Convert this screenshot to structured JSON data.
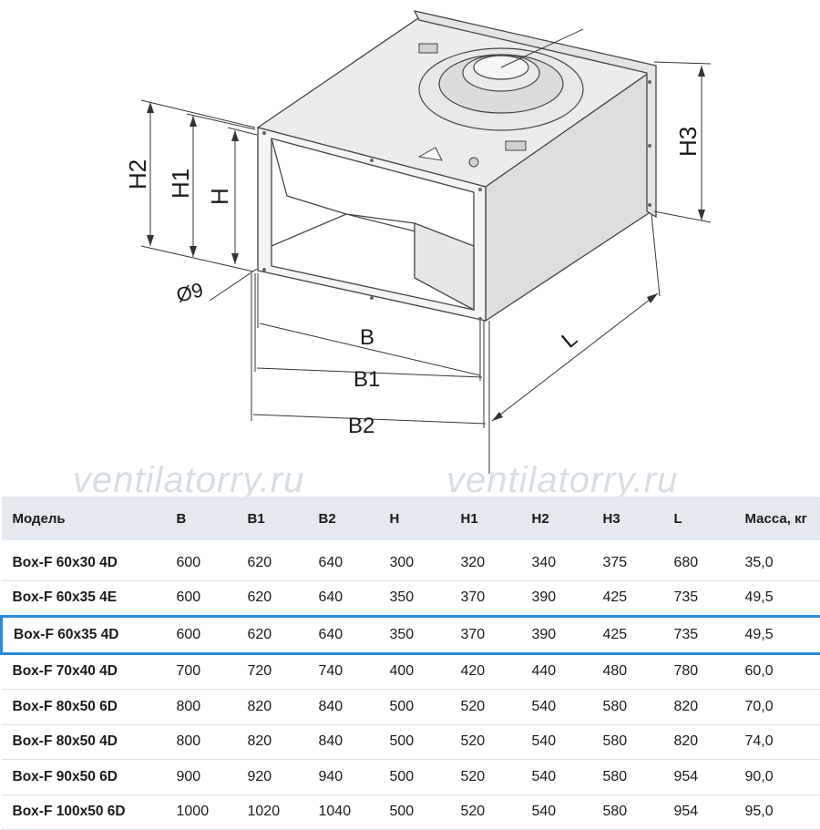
{
  "watermark": "ventilatorry.ru",
  "drawing_labels": {
    "H2": "H2",
    "H1": "H1",
    "H": "H",
    "H3": "H3",
    "B": "B",
    "B1": "B1",
    "B2": "B2",
    "L": "L",
    "hole": "Ø9"
  },
  "table": {
    "headers": [
      "Модель",
      "B",
      "B1",
      "B2",
      "H",
      "H1",
      "H2",
      "H3",
      "L",
      "Масса, кг"
    ],
    "rows": [
      [
        "Box-F 60x30 4D",
        "600",
        "620",
        "640",
        "300",
        "320",
        "340",
        "375",
        "680",
        "35,0"
      ],
      [
        "Box-F 60x35 4E",
        "600",
        "620",
        "640",
        "350",
        "370",
        "390",
        "425",
        "735",
        "49,5"
      ],
      [
        "Box-F 60x35 4D",
        "600",
        "620",
        "640",
        "350",
        "370",
        "390",
        "425",
        "735",
        "49,5"
      ],
      [
        "Box-F 70x40 4D",
        "700",
        "720",
        "740",
        "400",
        "420",
        "440",
        "480",
        "780",
        "60,0"
      ],
      [
        "Box-F 80x50 6D",
        "800",
        "820",
        "840",
        "500",
        "520",
        "540",
        "580",
        "820",
        "70,0"
      ],
      [
        "Box-F 80x50 4D",
        "800",
        "820",
        "840",
        "500",
        "520",
        "540",
        "580",
        "820",
        "74,0"
      ],
      [
        "Box-F 90x50 6D",
        "900",
        "920",
        "940",
        "500",
        "520",
        "540",
        "580",
        "954",
        "90,0"
      ],
      [
        "Box-F 100x50 6D",
        "1000",
        "1020",
        "1040",
        "500",
        "520",
        "540",
        "580",
        "954",
        "95,0"
      ]
    ],
    "highlight_row": 2,
    "highlight_color": "#2a8bd8",
    "header_bg": "#e3e9ee"
  }
}
